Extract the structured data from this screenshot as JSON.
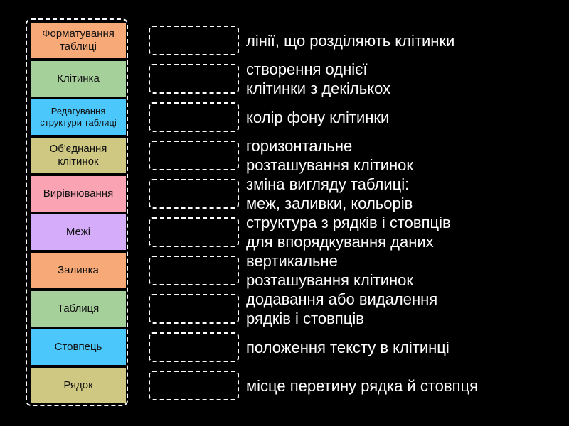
{
  "tiles": [
    {
      "label": "Форматування таблиці",
      "color": "#f7aa78"
    },
    {
      "label": "Клітинка",
      "color": "#a6d09a"
    },
    {
      "label": "Редагування структури таблиці",
      "color": "#4cc7fb"
    },
    {
      "label": "Об'єднання клітинок",
      "color": "#cfc883"
    },
    {
      "label": "Вирівнювання",
      "color": "#f9a3b3"
    },
    {
      "label": "Межі",
      "color": "#d4acf9"
    },
    {
      "label": "Заливка",
      "color": "#f7aa78"
    },
    {
      "label": "Таблиця",
      "color": "#a6d09a"
    },
    {
      "label": "Стовпець",
      "color": "#4cc7fb"
    },
    {
      "label": "Рядок",
      "color": "#cfc883"
    }
  ],
  "descriptions": [
    [
      "лінії, що розділяють клітинки"
    ],
    [
      "створення однієї",
      "клітинки з декількох"
    ],
    [
      "колір фону клітинки"
    ],
    [
      "горизонтальне",
      "розташування клітинок"
    ],
    [
      "зміна вигляду таблиці:",
      "меж, заливки, кольорів"
    ],
    [
      "структура з рядків і стовпців",
      "для впорядкування даних"
    ],
    [
      "вертикальне",
      "розташування клітинок"
    ],
    [
      "додавання або видалення",
      "рядків і стовпців"
    ],
    [
      "положення тексту в клітинці"
    ],
    [
      "місце перетину рядка й стовпця"
    ]
  ]
}
